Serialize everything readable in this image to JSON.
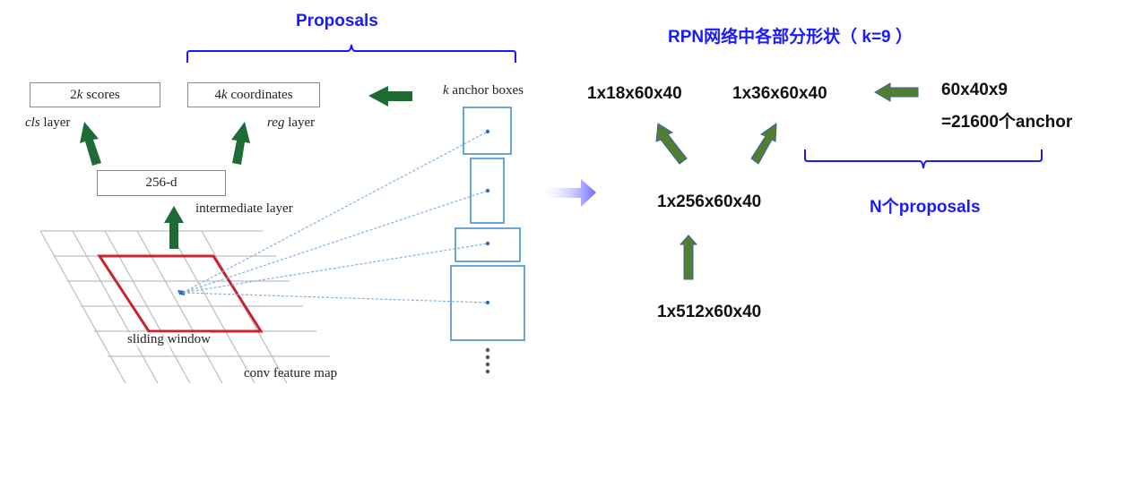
{
  "left_figure": {
    "proposals_label": "Proposals",
    "cls_box": {
      "prefix": "2",
      "k": "k",
      "suffix": " scores"
    },
    "reg_box": {
      "prefix": "4",
      "k": "k",
      "suffix": " coordinates"
    },
    "cls_layer": {
      "italic": "cls",
      "rest": " layer"
    },
    "reg_layer": {
      "italic": "reg",
      "rest": " layer"
    },
    "intermediate_box": "256-d",
    "intermediate_label": "intermediate layer",
    "anchor_label": {
      "italic": "k",
      "rest": " anchor boxes"
    },
    "sliding_window_label": "sliding window",
    "feature_map_label": "conv feature map"
  },
  "right_figure": {
    "title": "RPN网络中各部分形状（ k=9 ）",
    "cls_shape": "1x18x60x40",
    "reg_shape": "1x36x60x40",
    "anchors_line1": "60x40x9",
    "anchors_line2": "=21600个anchor",
    "intermediate_shape": "1x256x60x40",
    "input_shape": "1x512x60x40",
    "proposals_label": "N个proposals"
  },
  "colors": {
    "annotation_blue": "#1a1aff",
    "arrow_green_dark": "#1e6b35",
    "arrow_green_right": "#4f7f2f",
    "sliding_window_red": "#c8242f",
    "anchor_blue": "#5b9bd5"
  }
}
